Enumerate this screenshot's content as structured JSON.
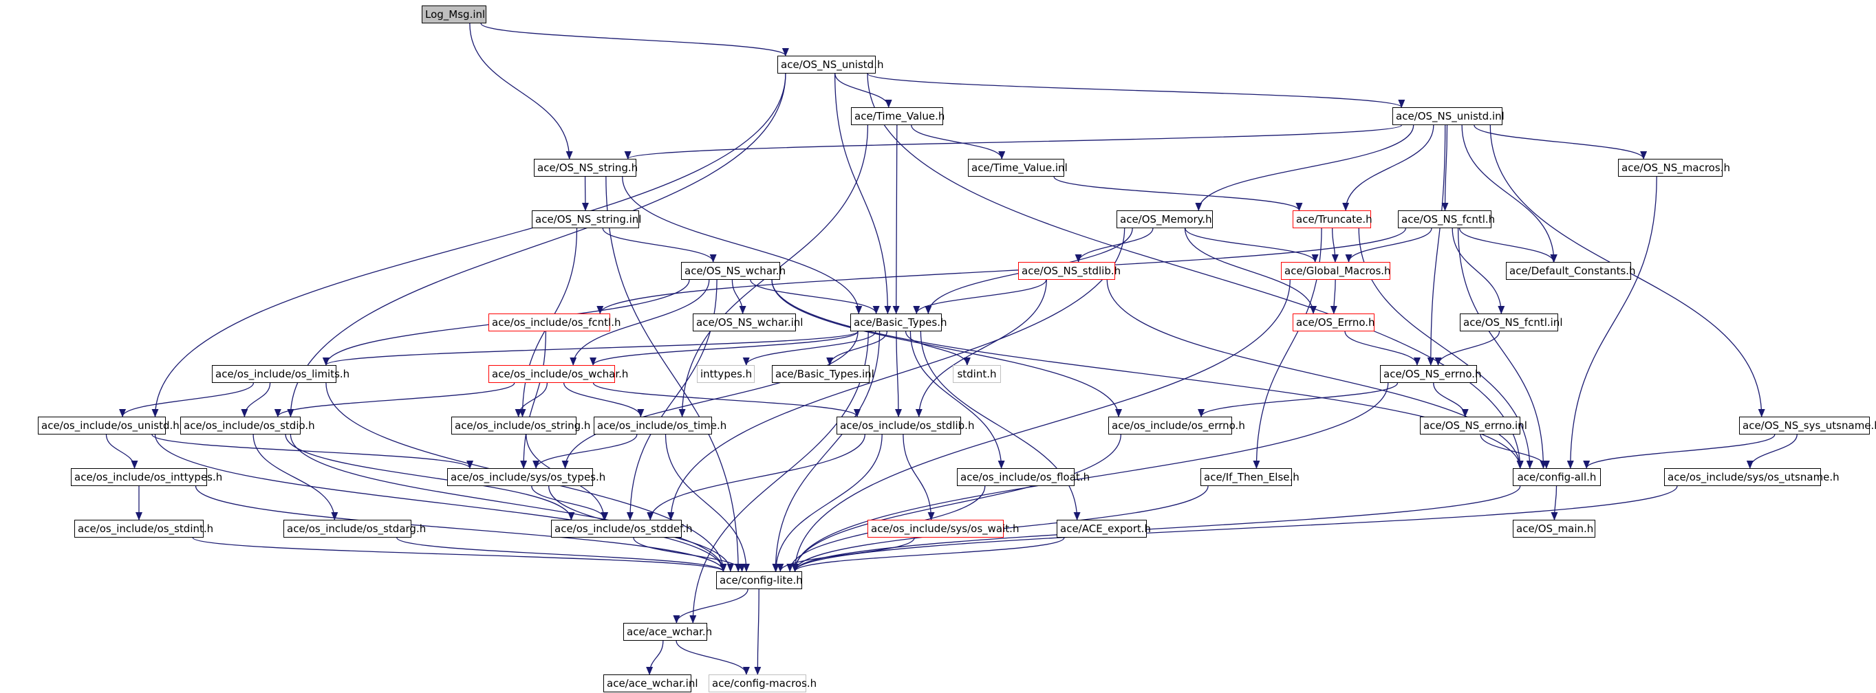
{
  "nodes": [
    {
      "id": "log_msg_inl",
      "label": "Log_Msg.inl",
      "style": "root"
    },
    {
      "id": "os_ns_unistd_h",
      "label": "ace/OS_NS_unistd.h",
      "style": "normal"
    },
    {
      "id": "time_value_h",
      "label": "ace/Time_Value.h",
      "style": "normal"
    },
    {
      "id": "os_ns_unistd_inl",
      "label": "ace/OS_NS_unistd.inl",
      "style": "normal"
    },
    {
      "id": "os_ns_string_h",
      "label": "ace/OS_NS_string.h",
      "style": "normal"
    },
    {
      "id": "time_value_inl",
      "label": "ace/Time_Value.inl",
      "style": "normal"
    },
    {
      "id": "os_ns_macros_h",
      "label": "ace/OS_NS_macros.h",
      "style": "normal"
    },
    {
      "id": "os_ns_string_inl",
      "label": "ace/OS_NS_string.inl",
      "style": "normal"
    },
    {
      "id": "os_memory_h",
      "label": "ace/OS_Memory.h",
      "style": "normal"
    },
    {
      "id": "truncate_h",
      "label": "ace/Truncate.h",
      "style": "red"
    },
    {
      "id": "os_ns_fcntl_h",
      "label": "ace/OS_NS_fcntl.h",
      "style": "normal"
    },
    {
      "id": "os_ns_wchar_h",
      "label": "ace/OS_NS_wchar.h",
      "style": "normal"
    },
    {
      "id": "os_ns_stdlib_h",
      "label": "ace/OS_NS_stdlib.h",
      "style": "red"
    },
    {
      "id": "global_macros_h",
      "label": "ace/Global_Macros.h",
      "style": "red"
    },
    {
      "id": "default_constants_h",
      "label": "ace/Default_Constants.h",
      "style": "normal"
    },
    {
      "id": "os_include_os_fcntl_h",
      "label": "ace/os_include/os_fcntl.h",
      "style": "red"
    },
    {
      "id": "os_ns_wchar_inl",
      "label": "ace/OS_NS_wchar.inl",
      "style": "normal"
    },
    {
      "id": "basic_types_h",
      "label": "ace/Basic_Types.h",
      "style": "normal"
    },
    {
      "id": "os_errno_h",
      "label": "ace/OS_Errno.h",
      "style": "red"
    },
    {
      "id": "os_ns_fcntl_inl",
      "label": "ace/OS_NS_fcntl.inl",
      "style": "normal"
    },
    {
      "id": "os_include_os_limits_h",
      "label": "ace/os_include/os_limits.h",
      "style": "normal"
    },
    {
      "id": "os_include_os_wchar_h",
      "label": "ace/os_include/os_wchar.h",
      "style": "red"
    },
    {
      "id": "inttypes_h",
      "label": "inttypes.h",
      "style": "gray"
    },
    {
      "id": "basic_types_inl",
      "label": "ace/Basic_Types.inl",
      "style": "normal"
    },
    {
      "id": "stdint_h",
      "label": "stdint.h",
      "style": "gray"
    },
    {
      "id": "os_ns_errno_h",
      "label": "ace/OS_NS_errno.h",
      "style": "normal"
    },
    {
      "id": "os_include_os_unistd_h",
      "label": "ace/os_include/os_unistd.h",
      "style": "normal"
    },
    {
      "id": "os_include_os_stdio_h",
      "label": "ace/os_include/os_stdio.h",
      "style": "normal"
    },
    {
      "id": "os_include_os_string_h",
      "label": "ace/os_include/os_string.h",
      "style": "normal"
    },
    {
      "id": "os_include_os_time_h",
      "label": "ace/os_include/os_time.h",
      "style": "normal"
    },
    {
      "id": "os_include_os_stdlib_h",
      "label": "ace/os_include/os_stdlib.h",
      "style": "normal"
    },
    {
      "id": "os_include_os_errno_h",
      "label": "ace/os_include/os_errno.h",
      "style": "normal"
    },
    {
      "id": "os_ns_errno_inl",
      "label": "ace/OS_NS_errno.inl",
      "style": "normal"
    },
    {
      "id": "os_ns_sys_utsname_h",
      "label": "ace/OS_NS_sys_utsname.h",
      "style": "normal"
    },
    {
      "id": "os_include_os_inttypes_h",
      "label": "ace/os_include/os_inttypes.h",
      "style": "normal"
    },
    {
      "id": "os_include_sys_os_types_h",
      "label": "ace/os_include/sys/os_types.h",
      "style": "normal"
    },
    {
      "id": "os_include_os_float_h",
      "label": "ace/os_include/os_float.h",
      "style": "normal"
    },
    {
      "id": "if_then_else_h",
      "label": "ace/If_Then_Else.h",
      "style": "normal"
    },
    {
      "id": "config_all_h",
      "label": "ace/config-all.h",
      "style": "normal"
    },
    {
      "id": "os_include_sys_os_utsname_h",
      "label": "ace/os_include/sys/os_utsname.h",
      "style": "normal"
    },
    {
      "id": "os_include_os_stdint_h",
      "label": "ace/os_include/os_stdint.h",
      "style": "normal"
    },
    {
      "id": "os_include_os_stdarg_h",
      "label": "ace/os_include/os_stdarg.h",
      "style": "normal"
    },
    {
      "id": "os_include_os_stddef_h",
      "label": "ace/os_include/os_stddef.h",
      "style": "normal"
    },
    {
      "id": "os_include_sys_os_wait_h",
      "label": "ace/os_include/sys/os_wait.h",
      "style": "red"
    },
    {
      "id": "ace_export_h",
      "label": "ace/ACE_export.h",
      "style": "normal"
    },
    {
      "id": "os_main_h",
      "label": "ace/OS_main.h",
      "style": "normal"
    },
    {
      "id": "config_lite_h",
      "label": "ace/config-lite.h",
      "style": "normal"
    },
    {
      "id": "ace_wchar_h",
      "label": "ace/ace_wchar.h",
      "style": "normal"
    },
    {
      "id": "ace_wchar_inl",
      "label": "ace/ace_wchar.inl",
      "style": "normal"
    },
    {
      "id": "config_macros_h",
      "label": "ace/config-macros.h",
      "style": "gray"
    }
  ],
  "edges": [
    [
      "log_msg_inl",
      "os_ns_unistd_h"
    ],
    [
      "log_msg_inl",
      "os_ns_string_h"
    ],
    [
      "os_ns_unistd_h",
      "time_value_h"
    ],
    [
      "os_ns_unistd_h",
      "os_ns_unistd_inl"
    ],
    [
      "os_ns_unistd_h",
      "basic_types_h"
    ],
    [
      "os_ns_unistd_h",
      "os_include_os_unistd_h"
    ],
    [
      "os_ns_unistd_h",
      "os_include_os_stdio_h"
    ],
    [
      "os_ns_unistd_h",
      "config_all_h"
    ],
    [
      "time_value_h",
      "time_value_inl"
    ],
    [
      "time_value_h",
      "basic_types_h"
    ],
    [
      "time_value_h",
      "os_include_os_time_h"
    ],
    [
      "time_value_inl",
      "truncate_h"
    ],
    [
      "os_ns_unistd_inl",
      "os_ns_string_h"
    ],
    [
      "os_ns_unistd_inl",
      "os_ns_macros_h"
    ],
    [
      "os_ns_unistd_inl",
      "os_memory_h"
    ],
    [
      "os_ns_unistd_inl",
      "truncate_h"
    ],
    [
      "os_ns_unistd_inl",
      "os_ns_fcntl_h"
    ],
    [
      "os_ns_unistd_inl",
      "default_constants_h"
    ],
    [
      "os_ns_unistd_inl",
      "os_ns_errno_h"
    ],
    [
      "os_ns_unistd_inl",
      "os_ns_sys_utsname_h"
    ],
    [
      "os_ns_string_h",
      "os_ns_string_inl"
    ],
    [
      "os_ns_string_h",
      "basic_types_h"
    ],
    [
      "os_ns_string_h",
      "config_lite_h"
    ],
    [
      "os_ns_string_inl",
      "os_ns_wchar_h"
    ],
    [
      "os_ns_string_inl",
      "os_include_os_string_h"
    ],
    [
      "os_ns_macros_h",
      "config_all_h"
    ],
    [
      "os_memory_h",
      "basic_types_h"
    ],
    [
      "os_memory_h",
      "os_ns_stdlib_h"
    ],
    [
      "os_memory_h",
      "global_macros_h"
    ],
    [
      "os_memory_h",
      "os_errno_h"
    ],
    [
      "os_memory_h",
      "os_include_os_stddef_h"
    ],
    [
      "truncate_h",
      "global_macros_h"
    ],
    [
      "truncate_h",
      "if_then_else_h"
    ],
    [
      "truncate_h",
      "config_all_h"
    ],
    [
      "os_ns_fcntl_h",
      "global_macros_h"
    ],
    [
      "os_ns_fcntl_h",
      "default_constants_h"
    ],
    [
      "os_ns_fcntl_h",
      "os_ns_fcntl_inl"
    ],
    [
      "os_ns_fcntl_h",
      "config_all_h"
    ],
    [
      "os_ns_fcntl_h",
      "os_include_os_fcntl_h"
    ],
    [
      "os_ns_wchar_h",
      "os_ns_wchar_inl"
    ],
    [
      "os_ns_wchar_h",
      "basic_types_h"
    ],
    [
      "os_ns_wchar_h",
      "os_include_os_wchar_h"
    ],
    [
      "os_ns_wchar_h",
      "os_include_os_errno_h"
    ],
    [
      "os_ns_wchar_h",
      "os_include_os_stddef_h"
    ],
    [
      "os_ns_wchar_h",
      "config_all_h"
    ],
    [
      "os_ns_wchar_h",
      "os_include_os_limits_h"
    ],
    [
      "os_ns_stdlib_h",
      "basic_types_h"
    ],
    [
      "os_ns_stdlib_h",
      "os_include_os_stdlib_h"
    ],
    [
      "os_ns_stdlib_h",
      "config_all_h"
    ],
    [
      "global_macros_h",
      "os_errno_h"
    ],
    [
      "global_macros_h",
      "config_lite_h"
    ],
    [
      "os_include_os_fcntl_h",
      "os_include_sys_os_types_h"
    ],
    [
      "basic_types_h",
      "inttypes_h"
    ],
    [
      "basic_types_h",
      "basic_types_inl"
    ],
    [
      "basic_types_h",
      "stdint_h"
    ],
    [
      "basic_types_h",
      "os_include_os_limits_h"
    ],
    [
      "basic_types_h",
      "os_include_os_wchar_h"
    ],
    [
      "basic_types_h",
      "os_include_os_stdlib_h"
    ],
    [
      "basic_types_h",
      "os_include_os_float_h"
    ],
    [
      "basic_types_h",
      "ace_export_h"
    ],
    [
      "basic_types_h",
      "config_lite_h"
    ],
    [
      "basic_types_h",
      "os_include_sys_os_types_h"
    ],
    [
      "basic_types_h",
      "ace_wchar_h"
    ],
    [
      "os_errno_h",
      "os_ns_errno_h"
    ],
    [
      "os_ns_fcntl_inl",
      "os_ns_errno_h"
    ],
    [
      "os_ns_errno_h",
      "os_include_os_errno_h"
    ],
    [
      "os_ns_errno_h",
      "os_ns_errno_inl"
    ],
    [
      "os_ns_errno_h",
      "config_lite_h"
    ],
    [
      "os_ns_errno_inl",
      "config_all_h"
    ],
    [
      "os_include_os_limits_h",
      "os_include_os_unistd_h"
    ],
    [
      "os_include_os_limits_h",
      "os_include_os_stdio_h"
    ],
    [
      "os_include_os_limits_h",
      "config_lite_h"
    ],
    [
      "os_include_os_wchar_h",
      "os_include_os_stdio_h"
    ],
    [
      "os_include_os_wchar_h",
      "os_include_os_string_h"
    ],
    [
      "os_include_os_wchar_h",
      "os_include_os_time_h"
    ],
    [
      "os_include_os_wchar_h",
      "os_include_os_stdlib_h"
    ],
    [
      "os_include_os_unistd_h",
      "os_include_os_inttypes_h"
    ],
    [
      "os_include_os_unistd_h",
      "os_include_sys_os_types_h"
    ],
    [
      "os_include_os_unistd_h",
      "config_lite_h"
    ],
    [
      "os_include_os_stdio_h",
      "os_include_os_stdarg_h"
    ],
    [
      "os_include_os_stdio_h",
      "os_include_os_stddef_h"
    ],
    [
      "os_include_os_stdio_h",
      "config_lite_h"
    ],
    [
      "os_include_os_string_h",
      "os_include_os_stddef_h"
    ],
    [
      "os_include_os_time_h",
      "os_include_sys_os_types_h"
    ],
    [
      "os_include_os_time_h",
      "config_lite_h"
    ],
    [
      "os_include_os_stdlib_h",
      "os_include_os_stddef_h"
    ],
    [
      "os_include_os_stdlib_h",
      "os_include_sys_os_wait_h"
    ],
    [
      "os_include_os_stdlib_h",
      "config_lite_h"
    ],
    [
      "os_include_os_errno_h",
      "config_lite_h"
    ],
    [
      "os_ns_sys_utsname_h",
      "os_include_sys_os_utsname_h"
    ],
    [
      "os_ns_sys_utsname_h",
      "config_all_h"
    ],
    [
      "os_include_os_inttypes_h",
      "os_include_os_stdint_h"
    ],
    [
      "os_include_os_inttypes_h",
      "config_lite_h"
    ],
    [
      "os_include_sys_os_types_h",
      "os_include_os_stddef_h"
    ],
    [
      "os_include_sys_os_types_h",
      "config_lite_h"
    ],
    [
      "os_include_os_float_h",
      "config_lite_h"
    ],
    [
      "if_then_else_h",
      "config_lite_h"
    ],
    [
      "config_all_h",
      "os_main_h"
    ],
    [
      "config_all_h",
      "config_lite_h"
    ],
    [
      "os_include_sys_os_utsname_h",
      "config_lite_h"
    ],
    [
      "os_include_os_stdint_h",
      "config_lite_h"
    ],
    [
      "os_include_os_stdarg_h",
      "config_lite_h"
    ],
    [
      "os_include_os_stddef_h",
      "config_lite_h"
    ],
    [
      "os_include_sys_os_wait_h",
      "config_lite_h"
    ],
    [
      "ace_export_h",
      "config_lite_h"
    ],
    [
      "config_lite_h",
      "ace_wchar_h"
    ],
    [
      "config_lite_h",
      "config_macros_h"
    ],
    [
      "ace_wchar_h",
      "ace_wchar_inl"
    ],
    [
      "ace_wchar_h",
      "config_macros_h"
    ]
  ],
  "colors": {
    "edge": "#191970",
    "node_border": "#000000",
    "node_border_red": "#ff0000",
    "node_border_gray": "#bfbfbf",
    "root_fill": "#bfbfbf"
  }
}
